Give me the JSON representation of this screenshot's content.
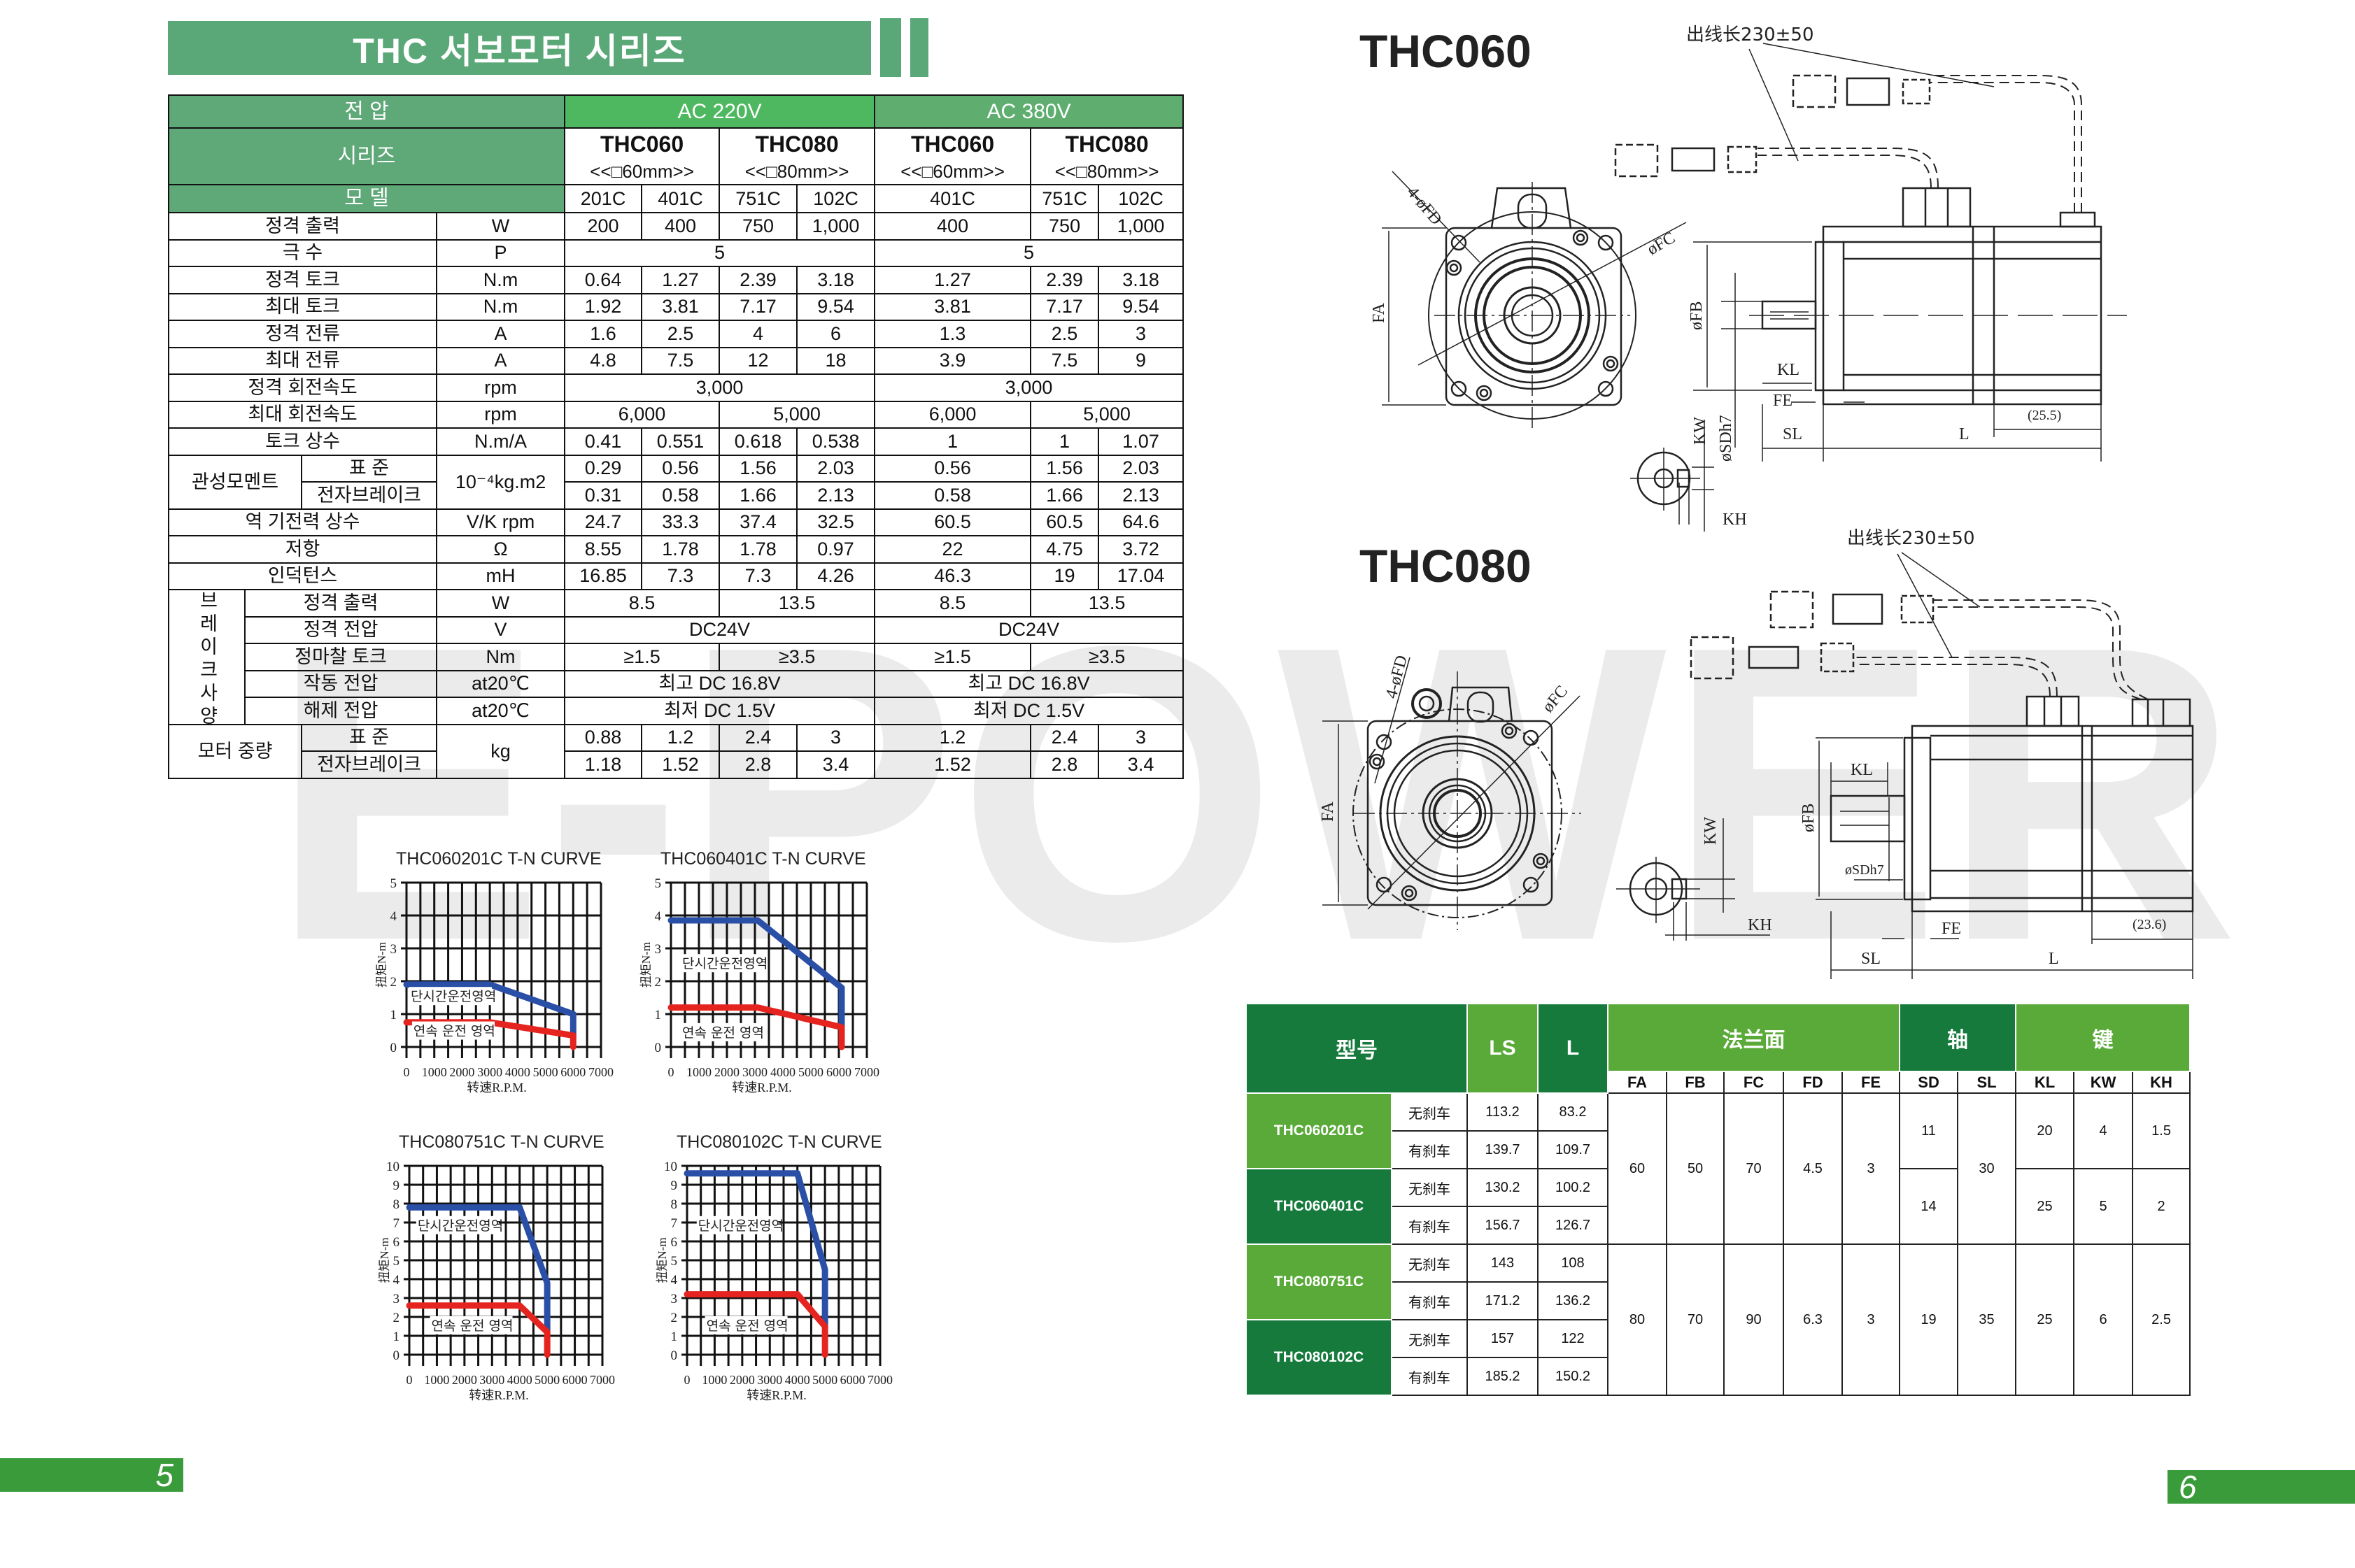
{
  "watermark": "E-POWER",
  "title": "THC 서보모터 시리즈",
  "spec_table": {
    "voltage_label": "전 압",
    "ac220": "AC 220V",
    "ac380": "AC 380V",
    "series_label": "시리즈",
    "series": [
      {
        "name": "THC060",
        "size": "<<□60mm>>"
      },
      {
        "name": "THC080",
        "size": "<<□80mm>>"
      },
      {
        "name": "THC060",
        "size": "<<□60mm>>"
      },
      {
        "name": "THC080",
        "size": "<<□80mm>>"
      }
    ],
    "model_label": "모 델",
    "models": [
      "201C",
      "401C",
      "751C",
      "102C",
      "401C",
      "751C",
      "102C"
    ],
    "rows": [
      {
        "label": "정격 출력",
        "unit": "W",
        "values": [
          "200",
          "400",
          "750",
          "1,000",
          "400",
          "750",
          "1,000"
        ]
      },
      {
        "label": "극 수",
        "unit": "P",
        "values": [
          [
            "5",
            4
          ],
          [
            "5",
            3
          ]
        ]
      },
      {
        "label": "정격 토크",
        "unit": "N.m",
        "values": [
          "0.64",
          "1.27",
          "2.39",
          "3.18",
          "1.27",
          "2.39",
          "3.18"
        ]
      },
      {
        "label": "최대 토크",
        "unit": "N.m",
        "values": [
          "1.92",
          "3.81",
          "7.17",
          "9.54",
          "3.81",
          "7.17",
          "9.54"
        ]
      },
      {
        "label": "정격 전류",
        "unit": "A",
        "values": [
          "1.6",
          "2.5",
          "4",
          "6",
          "1.3",
          "2.5",
          "3"
        ]
      },
      {
        "label": "최대 전류",
        "unit": "A",
        "values": [
          "4.8",
          "7.5",
          "12",
          "18",
          "3.9",
          "7.5",
          "9"
        ]
      },
      {
        "label": "정격 회전속도",
        "unit": "rpm",
        "values": [
          [
            "3,000",
            4
          ],
          [
            "3,000",
            3
          ]
        ]
      },
      {
        "label": "최대 회전속도",
        "unit": "rpm",
        "values": [
          [
            "6,000",
            2
          ],
          [
            "5,000",
            2
          ],
          "6,000",
          [
            "5,000",
            2
          ]
        ]
      },
      {
        "label": "토크 상수",
        "unit": "N.m/A",
        "values": [
          "0.41",
          "0.551",
          "0.618",
          "0.538",
          "1",
          "1",
          "1.07"
        ]
      },
      {
        "group": "관성모멘트",
        "unit": "10⁻⁴kg.m2",
        "subrows": [
          {
            "label": "표 준",
            "values": [
              "0.29",
              "0.56",
              "1.56",
              "2.03",
              "0.56",
              "1.56",
              "2.03"
            ]
          },
          {
            "label": "전자브레이크",
            "values": [
              "0.31",
              "0.58",
              "1.66",
              "2.13",
              "0.58",
              "1.66",
              "2.13"
            ]
          }
        ]
      },
      {
        "label": "역 기전력 상수",
        "unit": "V/K rpm",
        "values": [
          "24.7",
          "33.3",
          "37.4",
          "32.5",
          "60.5",
          "60.5",
          "64.6"
        ]
      },
      {
        "label": "저항",
        "unit": "Ω",
        "values": [
          "8.55",
          "1.78",
          "1.78",
          "0.97",
          "22",
          "4.75",
          "3.72"
        ]
      },
      {
        "label": "인덕턴스",
        "unit": "mH",
        "values": [
          "16.85",
          "7.3",
          "7.3",
          "4.26",
          "46.3",
          "19",
          "17.04"
        ]
      },
      {
        "section": "브레이크사양",
        "subrows": [
          {
            "label": "정격 출력",
            "unit": "W",
            "values": [
              [
                "8.5",
                2
              ],
              [
                "13.5",
                2
              ],
              "8.5",
              [
                "13.5",
                2
              ]
            ]
          },
          {
            "label": "정격 전압",
            "unit": "V",
            "values": [
              [
                "DC24V",
                4
              ],
              [
                "DC24V",
                3
              ]
            ]
          },
          {
            "label": "정마찰 토크",
            "unit": "Nm",
            "values": [
              [
                "≥1.5",
                2
              ],
              [
                "≥3.5",
                2
              ],
              "≥1.5",
              [
                "≥3.5",
                2
              ]
            ]
          },
          {
            "label": "작동 전압",
            "unit": "at20℃",
            "values": [
              [
                "최고 DC 16.8V",
                4
              ],
              [
                "최고 DC 16.8V",
                3
              ]
            ]
          },
          {
            "label": "해제 전압",
            "unit": "at20℃",
            "values": [
              [
                "최저 DC 1.5V",
                4
              ],
              [
                "최저 DC 1.5V",
                3
              ]
            ]
          }
        ]
      },
      {
        "group": "모터 중량",
        "unit": "kg",
        "subrows": [
          {
            "label": "표 준",
            "values": [
              "0.88",
              "1.2",
              "2.4",
              "3",
              "1.2",
              "2.4",
              "3"
            ]
          },
          {
            "label": "전자브레이크",
            "values": [
              "1.18",
              "1.52",
              "2.8",
              "3.4",
              "1.52",
              "2.8",
              "3.4"
            ]
          }
        ]
      }
    ]
  },
  "chart_data": [
    {
      "type": "line",
      "title": "THC060201C T-N CURVE",
      "xlabel": "转速R.P.M.",
      "ylabel": "扭矩N-m",
      "xlim": [
        0,
        7000
      ],
      "ylim": [
        0,
        5
      ],
      "xticks": [
        0,
        1000,
        2000,
        3000,
        4000,
        5000,
        6000,
        7000
      ],
      "yticks": [
        0,
        1,
        2,
        3,
        4,
        5
      ],
      "grid": true,
      "series": [
        {
          "name": "단시간운전영역",
          "color": "#2a4fa6",
          "points": [
            [
              0,
              1.9
            ],
            [
              3000,
              1.9
            ],
            [
              6000,
              1.0
            ],
            [
              6000,
              0.3
            ]
          ]
        },
        {
          "name": "연속 운전 영역",
          "color": "#e52420",
          "points": [
            [
              0,
              0.75
            ],
            [
              3000,
              0.75
            ],
            [
              6000,
              0.35
            ],
            [
              6000,
              0
            ]
          ]
        }
      ],
      "annotations": [
        {
          "text": "단시간운전영역",
          "at": [
            150,
            1.4
          ]
        },
        {
          "text": "연속 운전 영역",
          "at": [
            250,
            0.35
          ]
        }
      ]
    },
    {
      "type": "line",
      "title": "THC060401C T-N CURVE",
      "xlabel": "转速R.P.M.",
      "ylabel": "扭矩N-m",
      "xlim": [
        0,
        7000
      ],
      "ylim": [
        0,
        5
      ],
      "xticks": [
        0,
        1000,
        2000,
        3000,
        4000,
        5000,
        6000,
        7000
      ],
      "yticks": [
        0,
        1,
        2,
        3,
        4,
        5
      ],
      "grid": true,
      "series": [
        {
          "name": "단시간운전영역",
          "color": "#2a4fa6",
          "points": [
            [
              0,
              3.85
            ],
            [
              3100,
              3.85
            ],
            [
              6100,
              1.8
            ],
            [
              6100,
              0.55
            ]
          ]
        },
        {
          "name": "연속 운전 영역",
          "color": "#e52420",
          "points": [
            [
              0,
              1.2
            ],
            [
              3100,
              1.2
            ],
            [
              6100,
              0.6
            ],
            [
              6100,
              0
            ]
          ]
        }
      ],
      "annotations": [
        {
          "text": "단시간운전영역",
          "at": [
            400,
            2.4
          ]
        },
        {
          "text": "연속 운전 영역",
          "at": [
            400,
            0.3
          ]
        }
      ]
    },
    {
      "type": "line",
      "title": "THC080751C T-N CURVE",
      "xlabel": "转速R.P.M.",
      "ylabel": "扭矩N-m",
      "xlim": [
        0,
        7000
      ],
      "ylim": [
        0,
        10
      ],
      "xticks": [
        0,
        1000,
        2000,
        3000,
        4000,
        5000,
        6000,
        7000
      ],
      "yticks": [
        0,
        1,
        2,
        3,
        4,
        5,
        6,
        7,
        8,
        9,
        10
      ],
      "grid": true,
      "series": [
        {
          "name": "단시간운전영역",
          "color": "#2a4fa6",
          "points": [
            [
              0,
              7.8
            ],
            [
              4000,
              7.8
            ],
            [
              5000,
              3.8
            ],
            [
              5000,
              1.2
            ]
          ]
        },
        {
          "name": "연속 운전 영역",
          "color": "#e52420",
          "points": [
            [
              0,
              2.6
            ],
            [
              4000,
              2.6
            ],
            [
              5000,
              1.2
            ],
            [
              5000,
              0
            ]
          ]
        }
      ],
      "annotations": [
        {
          "text": "단시간운전영역",
          "at": [
            300,
            6.6
          ]
        },
        {
          "text": "연속 운전 영역",
          "at": [
            800,
            1.3
          ]
        }
      ]
    },
    {
      "type": "line",
      "title": "THC080102C T-N CURVE",
      "xlabel": "转速R.P.M.",
      "ylabel": "扭矩N-m",
      "xlim": [
        0,
        7000
      ],
      "ylim": [
        0,
        10
      ],
      "xticks": [
        0,
        1000,
        2000,
        3000,
        4000,
        5000,
        6000,
        7000
      ],
      "yticks": [
        0,
        1,
        2,
        3,
        4,
        5,
        6,
        7,
        8,
        9,
        10
      ],
      "grid": true,
      "series": [
        {
          "name": "단시간운전영역",
          "color": "#2a4fa6",
          "points": [
            [
              0,
              9.6
            ],
            [
              4000,
              9.6
            ],
            [
              5000,
              4.5
            ],
            [
              5000,
              1.5
            ]
          ]
        },
        {
          "name": "연속 운전 영역",
          "color": "#e52420",
          "points": [
            [
              0,
              3.2
            ],
            [
              4000,
              3.2
            ],
            [
              5000,
              1.5
            ],
            [
              5000,
              0
            ]
          ]
        }
      ],
      "annotations": [
        {
          "text": "단시간운전영역",
          "at": [
            400,
            6.6
          ]
        },
        {
          "text": "연속 운전 영역",
          "at": [
            700,
            1.3
          ]
        }
      ]
    }
  ],
  "drawings": {
    "thc060": {
      "heading": "THC060",
      "cable": "出线长230±50",
      "fd": "4-øFD",
      "fc": "øFC",
      "fa": "FA",
      "fb": "øFB",
      "kl": "KL",
      "fe": "FE",
      "sl": "SL",
      "l": "L",
      "tail": "(25.5)",
      "kw": "KW",
      "sd": "øSDh7",
      "kh": "KH"
    },
    "thc080": {
      "heading": "THC080",
      "cable": "出线长230±50",
      "fd": "4-øFD",
      "fc": "øFC",
      "fa": "FA",
      "fb": "øFB",
      "kl": "KL",
      "fe": "FE",
      "sl": "SL",
      "l": "L",
      "tail": "(23.6)",
      "kw": "KW",
      "sd": "øSDh7",
      "kh": "KH"
    }
  },
  "dim_table": {
    "model_label": "型号",
    "ls": "LS",
    "l": "L",
    "flange": "法兰面",
    "shaft": "轴",
    "key": "键",
    "sub": [
      "FA",
      "FB",
      "FC",
      "FD",
      "FE",
      "SD",
      "SL",
      "KL",
      "KW",
      "KH"
    ],
    "models": [
      {
        "name": "THC060201C",
        "variants": [
          {
            "brake": "无刹车",
            "ls": "113.2",
            "l": "83.2"
          },
          {
            "brake": "有刹车",
            "ls": "139.7",
            "l": "109.7"
          }
        ]
      },
      {
        "name": "THC060401C",
        "variants": [
          {
            "brake": "无刹车",
            "ls": "130.2",
            "l": "100.2"
          },
          {
            "brake": "有刹车",
            "ls": "156.7",
            "l": "126.7"
          }
        ]
      },
      {
        "name": "THC080751C",
        "variants": [
          {
            "brake": "无刹车",
            "ls": "143",
            "l": "108"
          },
          {
            "brake": "有刹车",
            "ls": "171.2",
            "l": "136.2"
          }
        ]
      },
      {
        "name": "THC080102C",
        "variants": [
          {
            "brake": "无刹车",
            "ls": "157",
            "l": "122"
          },
          {
            "brake": "有刹车",
            "ls": "185.2",
            "l": "150.2"
          }
        ]
      }
    ],
    "groups": [
      {
        "fa": "60",
        "fb": "50",
        "fc": "70",
        "fd": "4.5",
        "fe": "3",
        "sd": [
          "11",
          "14"
        ],
        "sl": "30",
        "kl": [
          "20",
          "25"
        ],
        "kw": [
          "4",
          "5"
        ],
        "kh": [
          "1.5",
          "2"
        ]
      },
      {
        "fa": "80",
        "fb": "70",
        "fc": "90",
        "fd": "6.3",
        "fe": "3",
        "sd": [
          "19"
        ],
        "sl": "35",
        "kl": [
          "25"
        ],
        "kw": [
          "6"
        ],
        "kh": [
          "2.5"
        ]
      }
    ]
  },
  "page_numbers": {
    "left": "5",
    "right": "6"
  },
  "colors": {
    "title_green": "#5aa877",
    "dark_green": "#157a3c",
    "light_green": "#5aaa3a",
    "page_green": "#3a9b3a",
    "curve_peak": "#2a4fa6",
    "curve_continuous": "#e52420"
  }
}
